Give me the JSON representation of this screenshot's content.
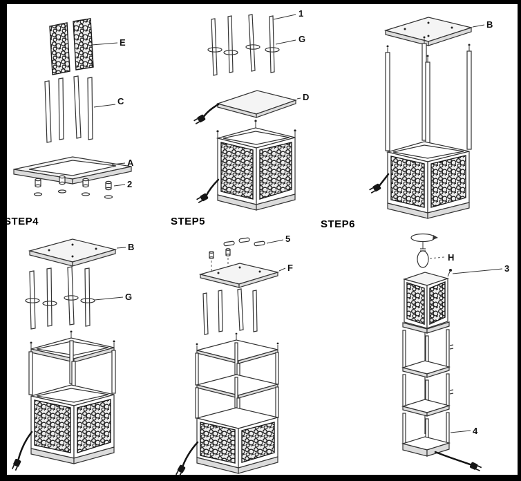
{
  "canvas": {
    "background": "#ffffff",
    "frame_color": "#000000",
    "line_color": "#333333"
  },
  "steps": {
    "step1": {
      "labels": {
        "ornate_panel": "E",
        "corner_post": "C",
        "base_frame": "A",
        "foot": "2"
      }
    },
    "step2": {
      "labels": {
        "pole": "1",
        "washer_ring": "G",
        "shelf_panel": "D"
      }
    },
    "step3": {
      "labels": {
        "top_panel": "B"
      }
    },
    "step4": {
      "title": "STEP4",
      "labels": {
        "top_panel": "B",
        "washer_ring": "G"
      }
    },
    "step5": {
      "title": "STEP5",
      "labels": {
        "screw": "5",
        "shelf_panel": "F"
      }
    },
    "step6": {
      "title": "STEP6",
      "labels": {
        "harp_finial": "H",
        "peg": "3",
        "frame_section": "4"
      }
    }
  }
}
